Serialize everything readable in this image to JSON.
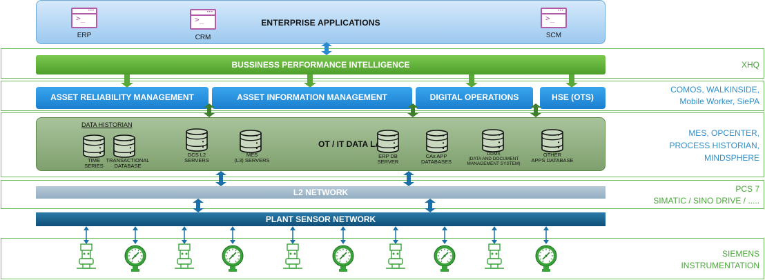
{
  "enterprise": {
    "title": "ENTERPRISE APPLICATIONS",
    "apps": [
      {
        "label": "ERP",
        "icon": "app-window-icon"
      },
      {
        "label": "CRM",
        "icon": "app-window-icon"
      },
      {
        "label": "SCM",
        "icon": "app-window-icon"
      }
    ]
  },
  "bpi": {
    "title": "BUSSINESS PERFORMANCE INTELLIGENCE",
    "side": "XHQ"
  },
  "modules": {
    "items": [
      "ASSET RELIABILITY MANAGEMENT",
      "ASSET INFORMATION MANAGEMENT",
      "DIGITAL OPERATIONS",
      "HSE (OTS)"
    ],
    "side": [
      "COMOS, WALKINSIDE,",
      "Mobile Worker, SiePA"
    ]
  },
  "datalake": {
    "title": "OT / IT DATA LAKE",
    "historian_label": "DATA HISTORIAN",
    "databases": [
      [
        "TIME",
        "SERIES"
      ],
      [
        "TRANSACTIONAL",
        "DATABASE"
      ],
      [
        "DCS L2",
        "SERVERS"
      ],
      [
        "MES",
        "(L3) SERVERS"
      ],
      [
        "ERP DB",
        "SERVER"
      ],
      [
        "CAx APP",
        "DATABASES"
      ],
      [
        "DDMS",
        "(DATA AND DOCUMENT",
        "MANAGEMENT SYSTEM)"
      ],
      [
        "OTHER",
        "APPS DATABASE"
      ]
    ],
    "side": [
      "MES, OPCENTER,",
      "PROCESS HISTORIAN,",
      "MINDSPHERE"
    ]
  },
  "l2": {
    "title": "L2 NETWORK",
    "side": [
      "PCS 7",
      "SIMATIC / SINO DRIVE / ....."
    ]
  },
  "plant": {
    "title": "PLANT SENSOR NETWORK"
  },
  "instrumentation": {
    "side": [
      "SIEMENS",
      "INSTRUMENTATION"
    ],
    "devices": [
      "transmitter",
      "gauge",
      "transmitter",
      "gauge",
      "transmitter",
      "gauge",
      "transmitter",
      "gauge",
      "transmitter",
      "gauge"
    ]
  },
  "colors": {
    "accent_green": "#4e9e2c",
    "accent_blue": "#1a7fcf",
    "arrow_blue": "#1b6fa6",
    "sensor_green": "#3aa23a"
  }
}
